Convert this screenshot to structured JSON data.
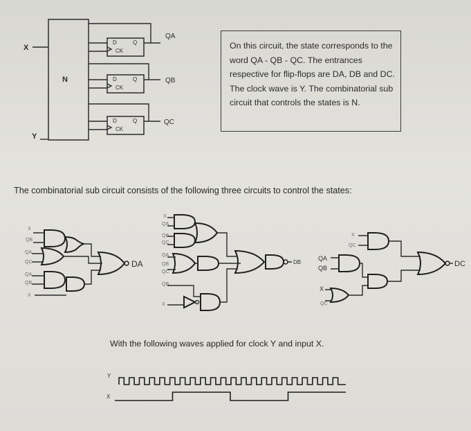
{
  "block_diagram": {
    "input_x": "X",
    "input_y": "Y",
    "block_label": "N",
    "ff_d": "D",
    "ff_q": "Q",
    "ff_ck": "CK",
    "output_qa": "QA",
    "output_qb": "QB",
    "output_qc": "QC"
  },
  "description": "On this circuit, the state corresponds to the word QA - QB - QC. The entrances respective for flip-flops are DA, DB and DC. The clock wave is Y. The combinatorial sub circuit that controls the states is N.",
  "circuits_intro": "The combinatorial sub circuit consists of the following three circuits to control the states:",
  "circuit_da": {
    "inputs": [
      "X",
      "QB",
      "QA",
      "QC",
      "QA",
      "QB",
      "X"
    ],
    "output": "DA"
  },
  "circuit_db": {
    "inputs": [
      "X",
      "QA",
      "QB",
      "QC",
      "QA",
      "QB",
      "QC",
      "QB",
      "X"
    ],
    "output": "DB"
  },
  "circuit_dc": {
    "inputs": [
      "X",
      "QC",
      "QA",
      "QB",
      "X",
      "QC"
    ],
    "output": "DC"
  },
  "waves_intro": "With the following waves applied for clock Y and input X.",
  "waves": {
    "y_label": "Y",
    "x_label": "X",
    "clock_pulses": 22,
    "x_levels": [
      0,
      1,
      0,
      1
    ]
  }
}
